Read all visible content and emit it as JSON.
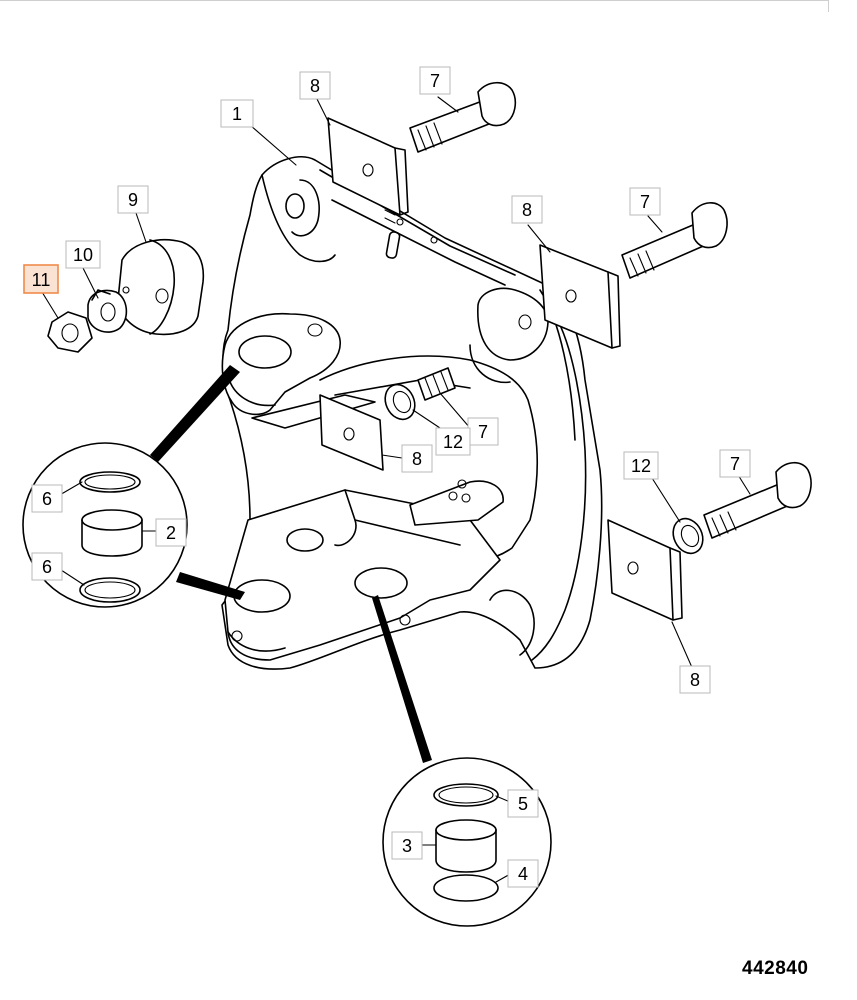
{
  "drawing_reference": "442840",
  "highlighted_callout": "11",
  "callouts": [
    {
      "id": "c1",
      "label": "1"
    },
    {
      "id": "c2",
      "label": "2"
    },
    {
      "id": "c3",
      "label": "3"
    },
    {
      "id": "c4",
      "label": "4"
    },
    {
      "id": "c5",
      "label": "5"
    },
    {
      "id": "c6a",
      "label": "6"
    },
    {
      "id": "c6b",
      "label": "6"
    },
    {
      "id": "c7a",
      "label": "7"
    },
    {
      "id": "c7b",
      "label": "7"
    },
    {
      "id": "c7c",
      "label": "7"
    },
    {
      "id": "c7d",
      "label": "7"
    },
    {
      "id": "c8a",
      "label": "8"
    },
    {
      "id": "c8b",
      "label": "8"
    },
    {
      "id": "c8c",
      "label": "8"
    },
    {
      "id": "c8d",
      "label": "8"
    },
    {
      "id": "c9",
      "label": "9"
    },
    {
      "id": "c10",
      "label": "10"
    },
    {
      "id": "c11",
      "label": "11"
    },
    {
      "id": "c12a",
      "label": "12"
    },
    {
      "id": "c12b",
      "label": "12"
    }
  ],
  "colors": {
    "highlight_fill": "#fbe3d4",
    "highlight_stroke": "#f08a4b",
    "line": "#000000"
  }
}
